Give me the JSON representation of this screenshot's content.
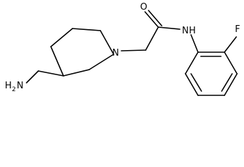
{
  "molecule": {
    "atoms": {
      "amine": {
        "main": "H",
        "sub": "2",
        "tail": "N"
      },
      "piperidine_n": "N",
      "carbonyl_o": "O",
      "amide_n": "N",
      "amide_h": "H",
      "fluorine": "F"
    }
  }
}
